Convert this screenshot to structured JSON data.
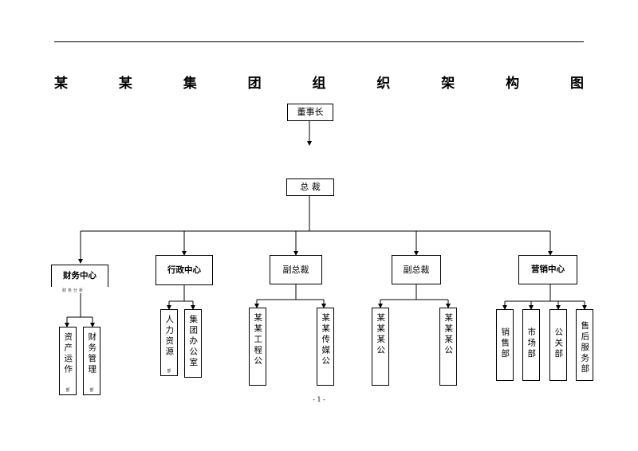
{
  "header": {
    "title_chars": [
      "某",
      "某",
      "集",
      "团",
      "组",
      "织",
      "架",
      "构",
      "图"
    ]
  },
  "nodes": {
    "chairman": "董事长",
    "president": "总 裁",
    "finance_center": "财务中心",
    "finance_note": "财务分析",
    "admin_center": "行政中心",
    "vp_left": "副总裁",
    "vp_right": "副总裁",
    "marketing_center": "营销中心",
    "asset_ops": "资产运作",
    "finance_mgmt": "财务管理",
    "hr": "人力资源",
    "group_office": "集团办公室",
    "engineering_co": "某某工程公",
    "media_co": "某某传媒公",
    "co_a": "某某某公",
    "co_b": "某某某公",
    "sales_dept": "销售部",
    "market_dept": "市场部",
    "pr_dept": "公关部",
    "aftersales_dept": "售后服务部"
  },
  "tags": {
    "asset_ops": "部",
    "finance_mgmt": "部",
    "hr": "部"
  },
  "footer": {
    "page_number": "- 1 -"
  }
}
